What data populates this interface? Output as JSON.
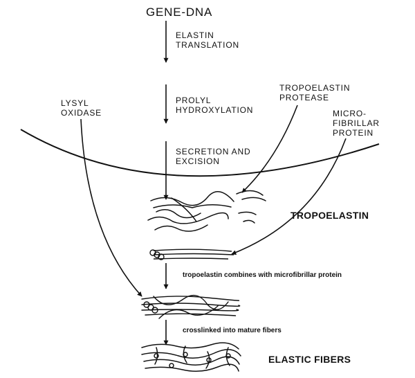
{
  "labels": {
    "gene": "GENE-DNA",
    "translation": [
      "ELASTIN",
      "TRANSLATION"
    ],
    "hydroxylation": [
      "PROLYL",
      "HYDROXYLATION"
    ],
    "secretion": [
      "SECRETION AND",
      "EXCISION"
    ],
    "lysyl": [
      "LYSYL",
      "OXIDASE"
    ],
    "protease": [
      "TROPOELASTIN",
      "PROTEASE"
    ],
    "microfibrillar": [
      "MICRO-",
      "FIBRILLAR",
      "PROTEIN"
    ],
    "tropoelastin": "TROPOELASTIN",
    "combines": "tropoelastin combines with microfibrillar protein",
    "crosslinked": "crosslinked into mature fibers",
    "elastic_fibers": "ELASTIC FIBERS"
  },
  "colors": {
    "ink": "#111111",
    "background": "#ffffff"
  }
}
